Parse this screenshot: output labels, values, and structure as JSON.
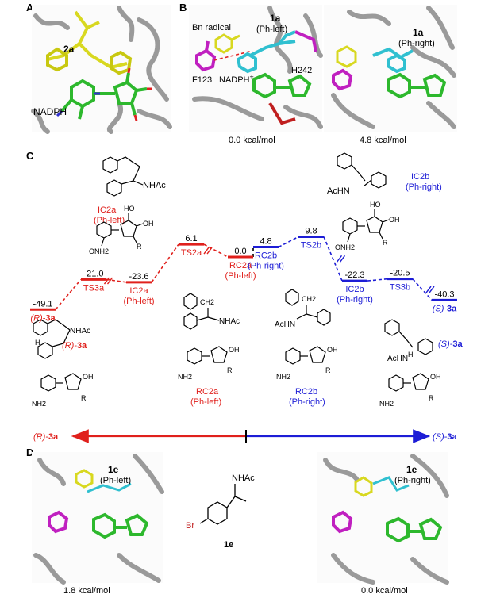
{
  "panels": {
    "A": {
      "letter": "A",
      "label_2a": "2a",
      "label_nadph": "NADPH"
    },
    "B": {
      "letter": "B",
      "bn_radical": "Bn radical",
      "left_mol": "1a",
      "left_conf": "(Ph-left)",
      "right_mol": "1a",
      "right_conf": "(Ph-right)",
      "h242": "H242",
      "f123": "F123",
      "nadph": "NADPH",
      "plus": "+",
      "left_energy": "0.0 kcal/mol",
      "right_energy": "4.8 kcal/mol"
    },
    "C": {
      "letter": "C"
    },
    "D": {
      "letter": "D",
      "left_mol": "1e",
      "left_conf": "(Ph-left)",
      "right_mol": "1e",
      "right_conf": "(Ph-right)",
      "center_mol": "1e",
      "br": "Br",
      "nhac": "NHAc",
      "left_energy": "1.8 kcal/mol",
      "right_energy": "0.0 kcal/mol"
    }
  },
  "energy_diagram": {
    "colors": {
      "left": "#e0201c",
      "right": "#1d1dd6",
      "center": "#000000"
    },
    "levels": [
      {
        "value": "-49.1",
        "label": "",
        "label_pre": "(R)-",
        "label_bold": "3a",
        "side": "left"
      },
      {
        "value": "-21.0",
        "label": "TS3a",
        "side": "left"
      },
      {
        "value": "-23.6",
        "label": "IC2a",
        "label2": "(Ph-left)",
        "side": "left"
      },
      {
        "value": "6.1",
        "label": "TS2a",
        "side": "left"
      },
      {
        "value": "0.0",
        "label": "RC2a",
        "label2": "(Ph-left)",
        "side": "left"
      },
      {
        "value": "4.8",
        "label": "RC2b",
        "label2": "(Ph-right)",
        "side": "right"
      },
      {
        "value": "9.8",
        "label": "TS2b",
        "side": "right"
      },
      {
        "value": "-22.3",
        "label": "IC2b",
        "label2": "(Ph-right)",
        "side": "right"
      },
      {
        "value": "-20.5",
        "label": "TS3b",
        "side": "right"
      },
      {
        "value": "-40.3",
        "label": "",
        "label_pre": "(S)-",
        "label_bold": "3a",
        "side": "right"
      }
    ],
    "struct_labels": {
      "ic2a_title": "IC2a",
      "ic2a_sub": "(Ph-left)",
      "ic2b_title": "IC2b",
      "ic2b_sub": "(Ph-right)",
      "rc2a_title": "RC2a",
      "rc2a_sub": "(Ph-left)",
      "rc2b_title": "RC2b",
      "rc2b_sub": "(Ph-right)",
      "nhac": "NHAc",
      "achn": "AcHN",
      "nh2": "NH2",
      "oh": "OH",
      "ho": "HO",
      "r": "R",
      "h": "H",
      "r3a_pre": "(R)-",
      "r3a_bold": "3a",
      "s3a_pre": "(S)-",
      "s3a_bold": "3a",
      "ch2": "CH2"
    },
    "axis": {
      "left_pre": "(R)-",
      "left_bold": "3a",
      "right_pre": "(S)-",
      "right_bold": "3a"
    }
  }
}
